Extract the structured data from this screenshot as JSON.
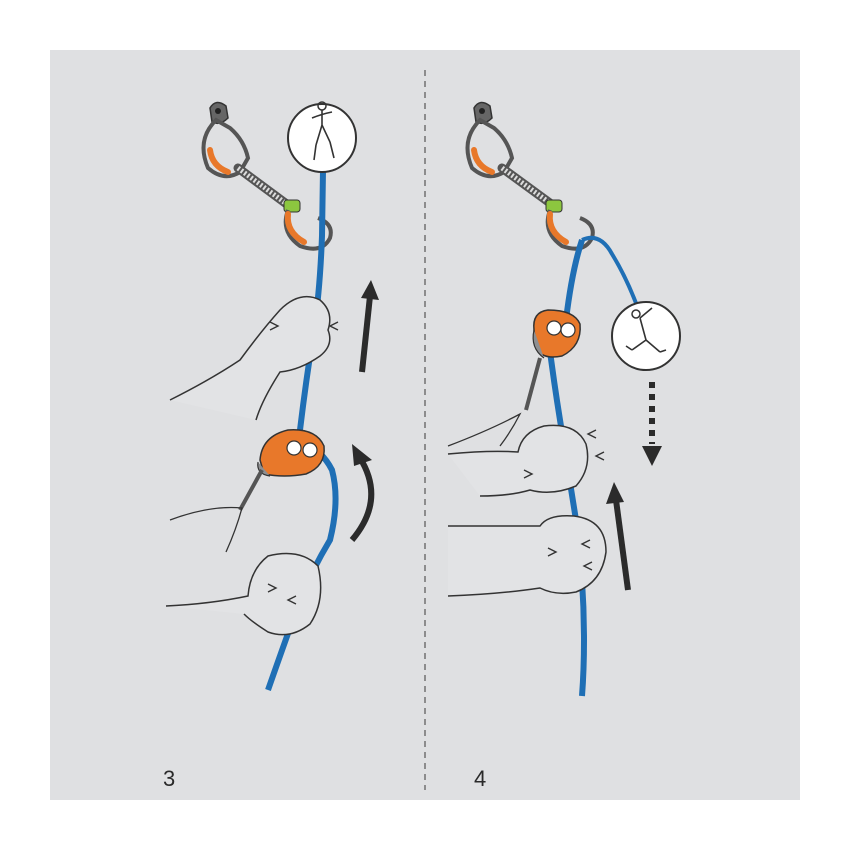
{
  "colors": {
    "background": "#dfe0e2",
    "rope": "#1f6fb5",
    "rope_dark": "#124f85",
    "device_orange": "#e8782a",
    "device_grey": "#8e8f91",
    "carabiner_green": "#8cc63f",
    "arrow": "#2b2b2b",
    "outline": "#333333",
    "hand_fill": "#e2e3e5"
  },
  "steps": [
    {
      "number": "3",
      "climber_pose": "climbing-icon",
      "arrows": [
        "up-arrow",
        "curved-arrow"
      ]
    },
    {
      "number": "4",
      "climber_pose": "falling-climber-icon",
      "arrows": [
        "down-dashed-arrow",
        "up-arrow"
      ]
    }
  ],
  "icons": {
    "anchor": "anchor-bolt-icon",
    "quickdraw": "quickdraw-icon",
    "belay_device": "belay-device-icon",
    "hand": "hand-icon"
  }
}
